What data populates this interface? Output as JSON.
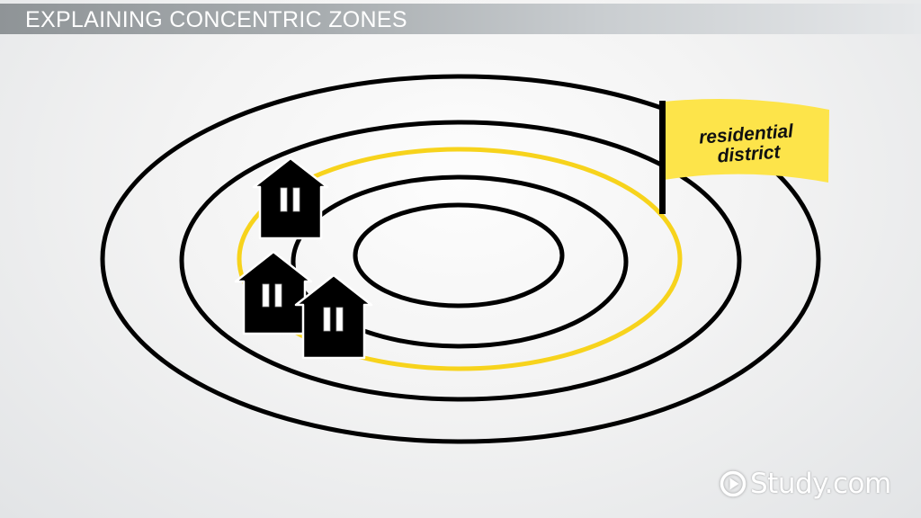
{
  "slide": {
    "title": "EXPLAINING CONCENTRIC ZONES"
  },
  "diagram": {
    "flag_label_line1": "residential",
    "flag_label_line2": "district",
    "highlight_color": "#f7d31c",
    "flag_color": "#fde44a",
    "ring_color": "#000000",
    "houses": [
      {
        "name": "house-upper-left"
      },
      {
        "name": "house-lower-left"
      },
      {
        "name": "house-lower-right"
      }
    ]
  },
  "logo": {
    "text": "Study.com",
    "icon": "play-circle-icon"
  }
}
